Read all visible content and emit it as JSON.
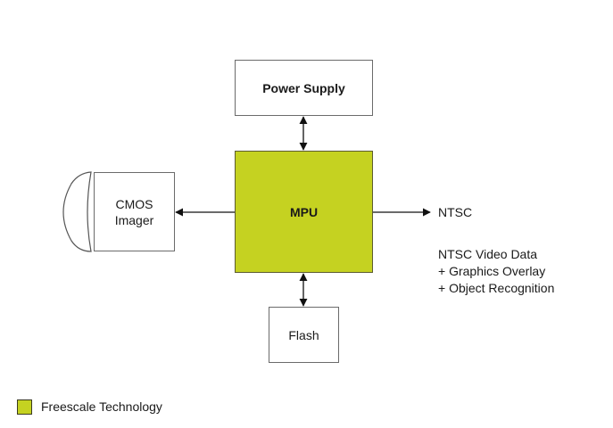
{
  "diagram": {
    "blocks": {
      "power_supply": "Power Supply",
      "mpu": "MPU",
      "cmos_imager": [
        "CMOS",
        "Imager"
      ],
      "flash": "Flash"
    },
    "output_label": "NTSC",
    "output_notes": [
      "NTSC Video Data",
      "+ Graphics Overlay",
      "+ Object Recognition"
    ],
    "legend": {
      "label": "Freescale Technology",
      "color": "#c5d221"
    },
    "connections": [
      {
        "from": "mpu",
        "to": "power_supply",
        "direction": "bidirectional"
      },
      {
        "from": "mpu",
        "to": "flash",
        "direction": "bidirectional"
      },
      {
        "from": "mpu",
        "to": "cmos_imager",
        "direction": "to-cmos"
      },
      {
        "from": "mpu",
        "to": "ntsc",
        "direction": "to-ntsc"
      }
    ]
  }
}
